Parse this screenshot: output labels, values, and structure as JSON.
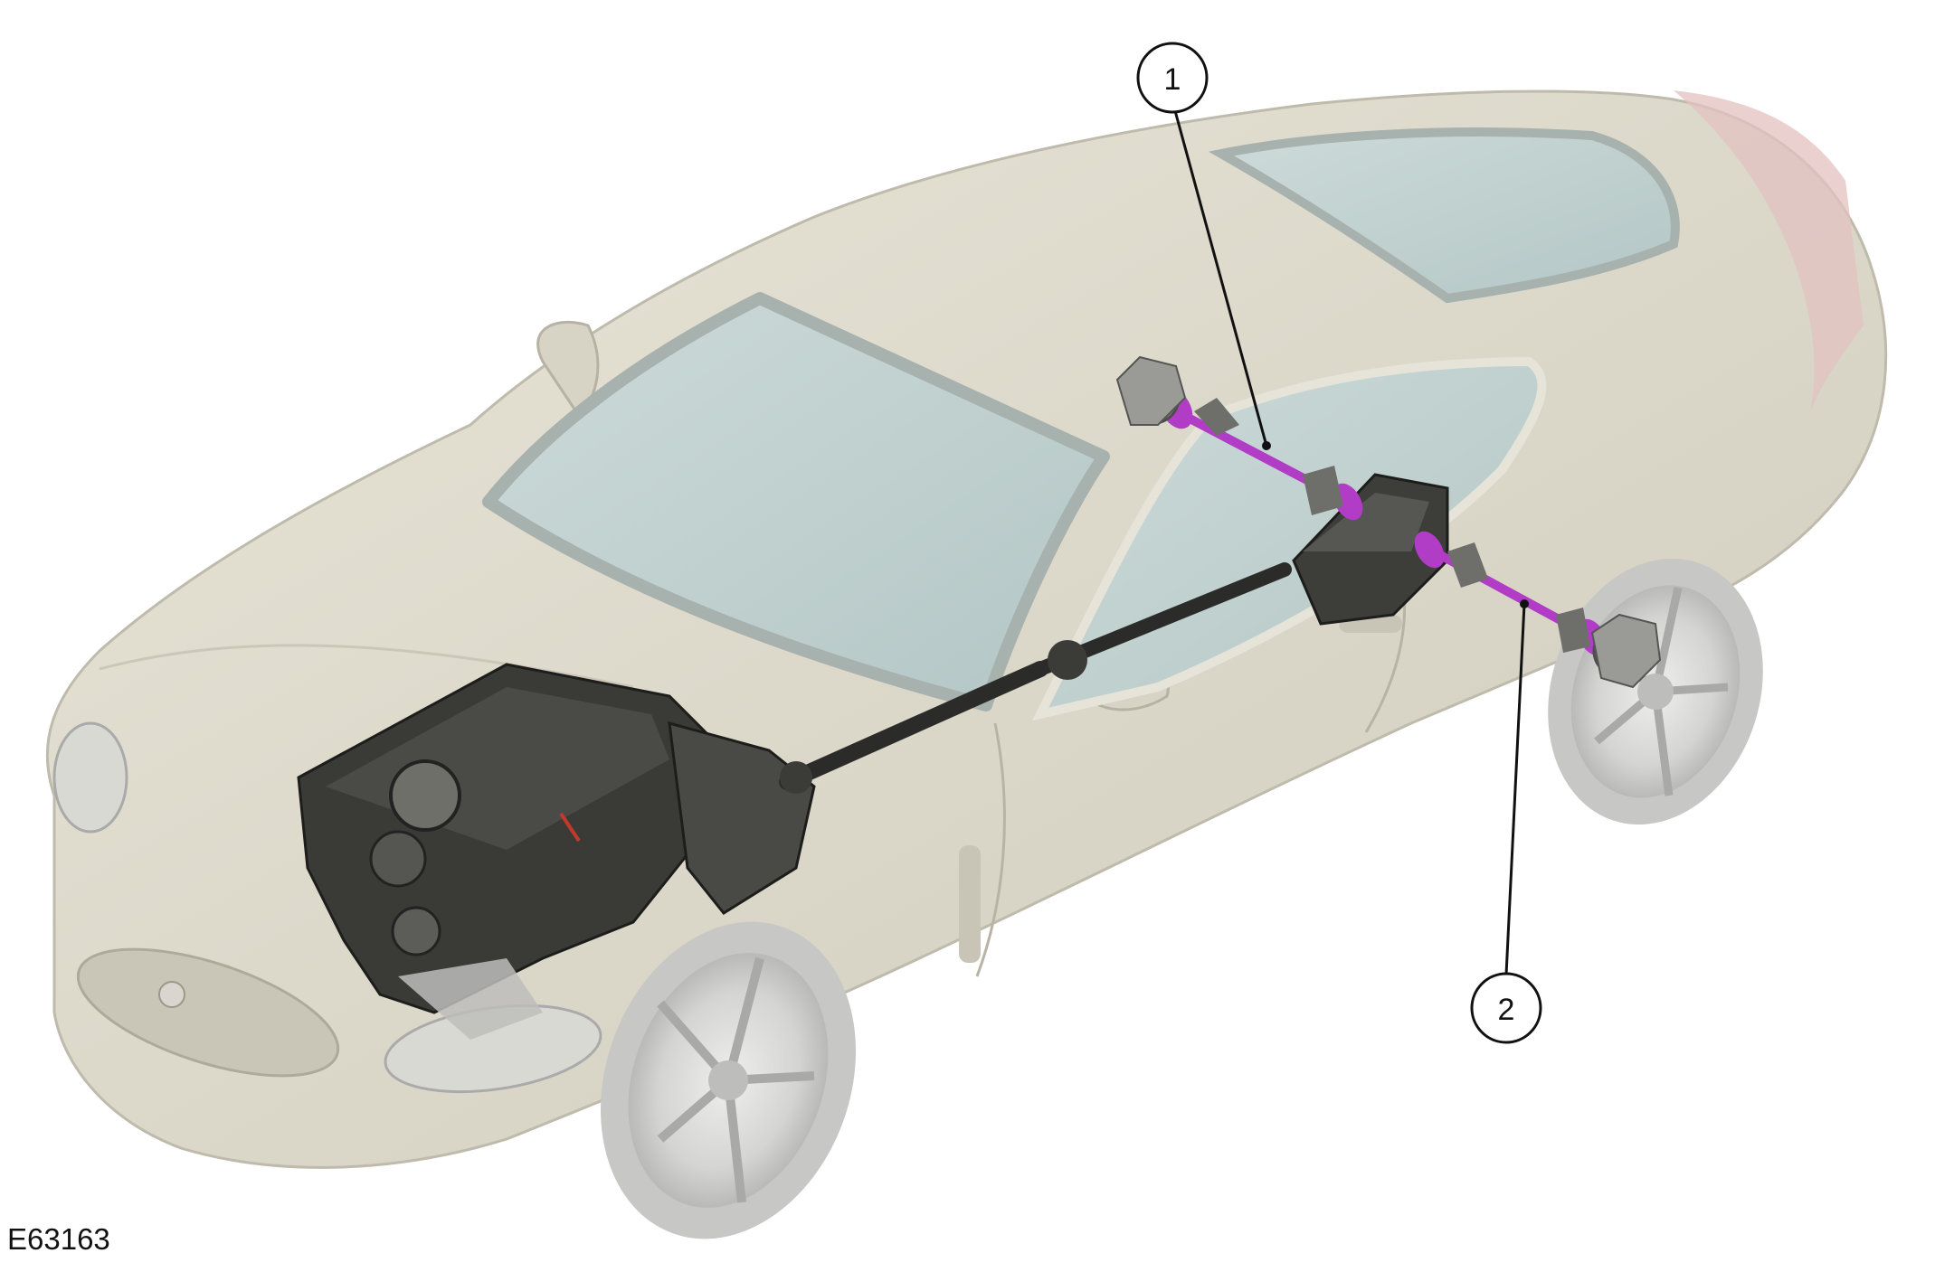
{
  "figure": {
    "id": "E63163"
  },
  "callouts": [
    {
      "number": "1"
    },
    {
      "number": "2"
    }
  ],
  "colors": {
    "body": "#ddd9cb",
    "body_shade": "#c9c5b6",
    "glass": "#c0d0cf",
    "drivetrain": "#2b2b29",
    "highlight_shaft": "#b13dc7",
    "callout_line": "#111111"
  }
}
